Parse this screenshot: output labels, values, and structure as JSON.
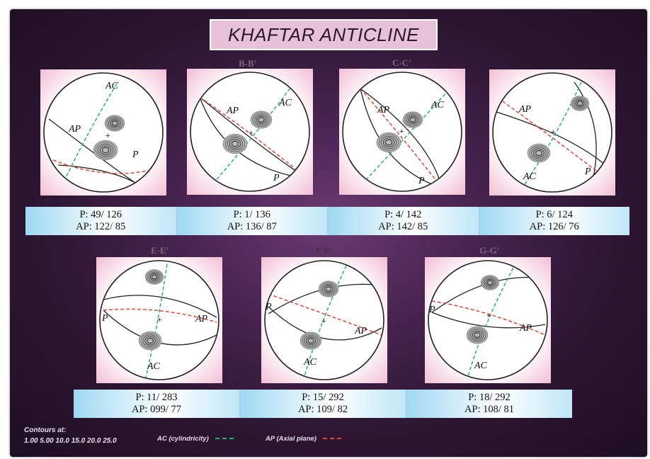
{
  "title": "KHAFTAR ANTICLINE",
  "nets": [
    {
      "section": "",
      "p_label": "P",
      "ap_label": "AP",
      "ac_label": "AC",
      "p_value": "P: 49/ 126",
      "ap_value": "AP: 122/ 85"
    },
    {
      "section": "B-B'",
      "p_label": "P",
      "ap_label": "AP",
      "ac_label": "AC",
      "p_value": "P: 1/ 136",
      "ap_value": "AP: 136/ 87"
    },
    {
      "section": "C-C'",
      "p_label": "P",
      "ap_label": "AP",
      "ac_label": "AC",
      "p_value": "P: 4/ 142",
      "ap_value": "AP: 142/ 85"
    },
    {
      "section": "",
      "p_label": "P",
      "ap_label": "AP",
      "ac_label": "AC",
      "p_value": "P: 6/ 124",
      "ap_value": "AP: 126/ 76"
    },
    {
      "section": "E-E'",
      "p_label": "P",
      "ap_label": "AP",
      "ac_label": "AC",
      "p_value": "P: 11/ 283",
      "ap_value": "AP: 099/ 77"
    },
    {
      "section": "F-F'",
      "p_label": "P",
      "ap_label": "AP",
      "ac_label": "AC",
      "p_value": "P: 15/ 292",
      "ap_value": "AP: 109/ 82"
    },
    {
      "section": "G-G'",
      "p_label": "P",
      "ap_label": "AP",
      "ac_label": "AC",
      "p_value": "P: 18/ 292",
      "ap_value": "AP: 108/ 81"
    }
  ],
  "legend": {
    "contours_title": "Contours at:",
    "contours_values": "1.00 5.00 10.0 15.0 20.0 25.0",
    "ac": "AC (cylindricity)",
    "ap": "AP (Axial plane)",
    "ac_color": "#2bb36b",
    "ap_color": "#e0463f"
  }
}
